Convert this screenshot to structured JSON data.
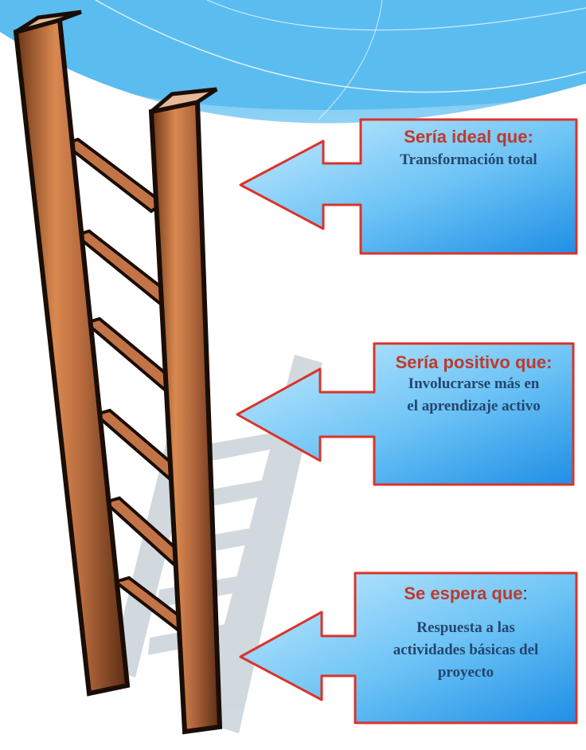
{
  "colors": {
    "sky": "#5bbcf0",
    "callout_fill_top": "#b9e6ff",
    "callout_fill_bottom": "#2f9cec",
    "callout_border": "#d9342b",
    "heading": "#c0392b",
    "body_text": "#24466e",
    "ladder_wood": "#b56a3e",
    "ladder_dark": "#5a2c12",
    "shadow": "#c9d3d9"
  },
  "callouts": [
    {
      "heading": "Sería ideal que:",
      "text": "Transformación total"
    },
    {
      "heading": "Sería positivo que:",
      "text": "Involucrarse más en el aprendizaje activo"
    },
    {
      "heading": "Se espera que",
      "heading_suffix": ":",
      "text": "Respuesta a las actividades básicas del proyecto"
    }
  ],
  "decor": {
    "ladder": "ladder-clipart",
    "ladder_shadow": "ladder-shadow"
  }
}
